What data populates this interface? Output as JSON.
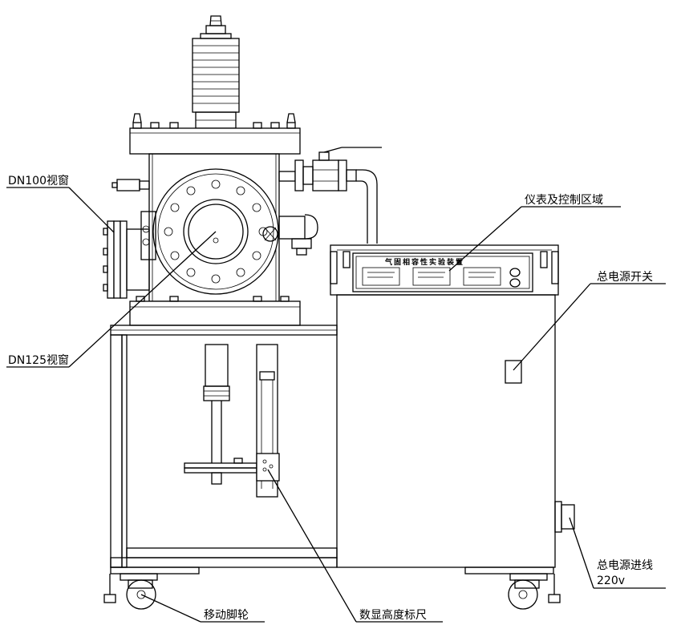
{
  "labels": {
    "dn100_window": "DN100视窗",
    "dn125_window": "DN125视窗",
    "instrument_control_area": "仪表及控制区域",
    "main_power_switch": "总电源开关",
    "main_power_inlet": "总电源进线",
    "voltage": "220v",
    "caster_wheels": "移动脚轮",
    "digital_height_ruler": "数显高度标尺"
  },
  "panel": {
    "title": "气固相容性实验装置"
  }
}
